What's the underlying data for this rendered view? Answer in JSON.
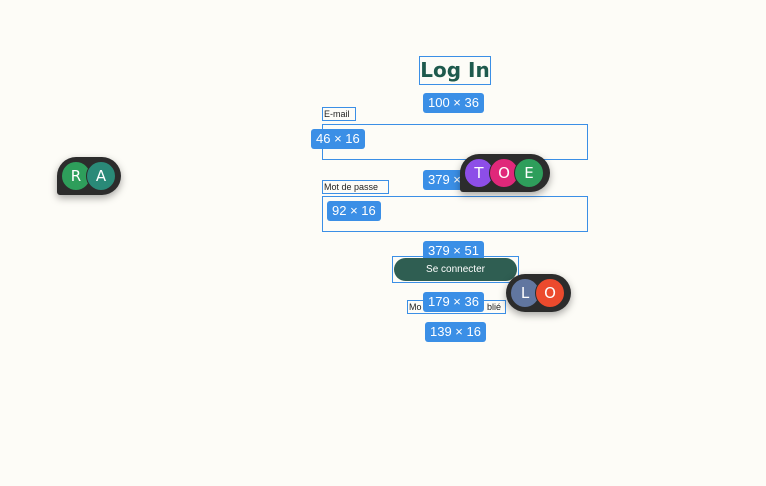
{
  "form": {
    "title": "Log In",
    "email_label": "E-mail",
    "password_label": "Mot de passe",
    "submit_label": "Se connecter",
    "forgot_label_left": "Mo",
    "forgot_label_right": "blié"
  },
  "measurements": {
    "title": "100 × 36",
    "email_label": "46 × 16",
    "email_field": "379 ×",
    "password_label": "92 × 16",
    "password_field": "379 × 51",
    "submit": "179 × 36",
    "forgot": "139 × 16"
  },
  "presence": {
    "group_left": [
      "R",
      "A"
    ],
    "group_top": [
      "T",
      "O",
      "E"
    ],
    "group_bottom": [
      "L",
      "O"
    ]
  },
  "colors": {
    "accent": "#3b8fe6",
    "primary": "#2f5e52",
    "title": "#1f5a4d",
    "background": "#fdfcf7"
  }
}
